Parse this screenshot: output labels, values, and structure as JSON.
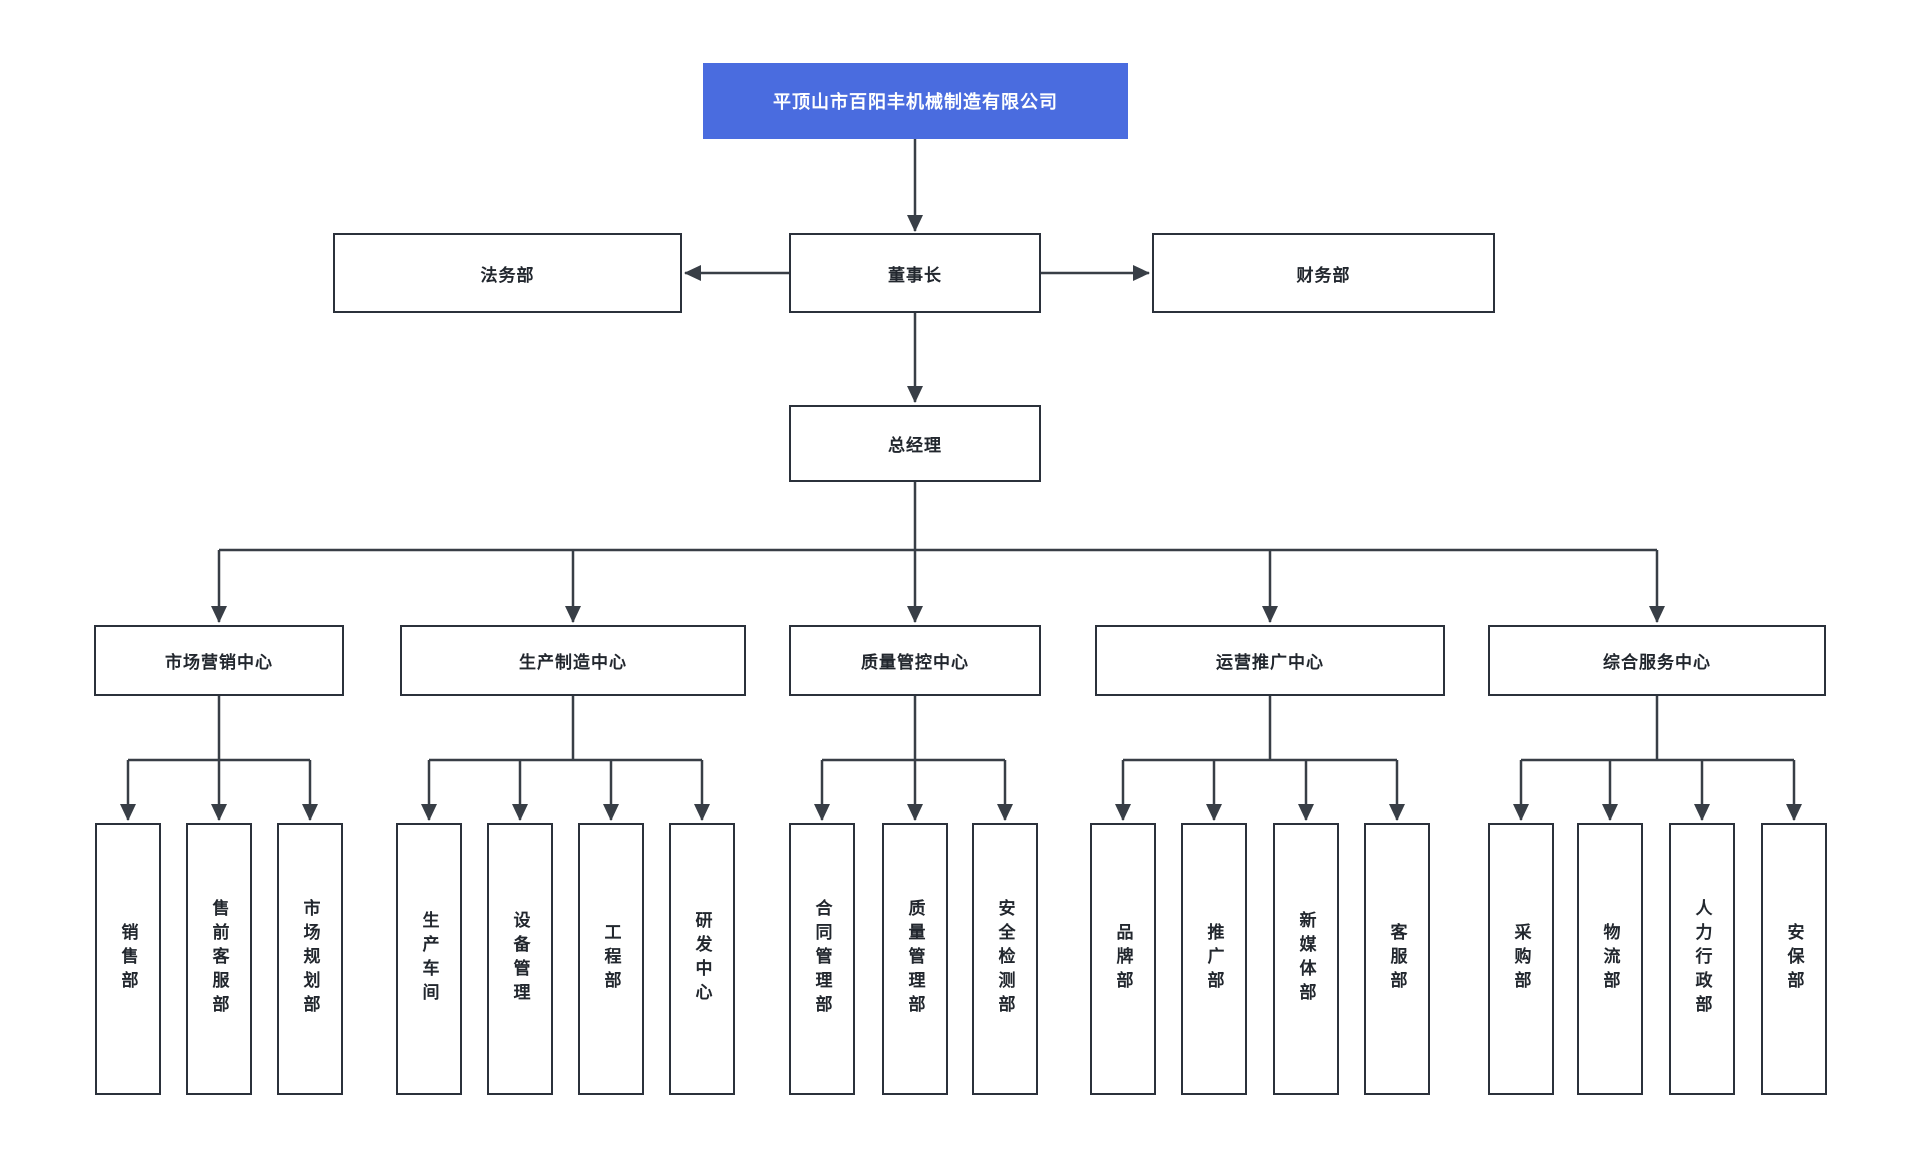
{
  "title": "平顶山市百阳丰机械制造有限公司",
  "colors": {
    "accent": "#4a6cdf",
    "accent-text": "#ffffff",
    "border": "#2b313b",
    "line": "#383e46",
    "box-bg": "#ffffff",
    "page-bg": "#ffffff",
    "text": "#22272e"
  },
  "executives": {
    "chairman": "董事长",
    "legal": "法务部",
    "finance": "财务部",
    "general_manager": "总经理"
  },
  "centers": [
    {
      "label": "市场营销中心",
      "departments": [
        "销售部",
        "售前客服部",
        "市场规划部"
      ]
    },
    {
      "label": "生产制造中心",
      "departments": [
        "生产车间",
        "设备管理",
        "工程部",
        "研发中心"
      ]
    },
    {
      "label": "质量管控中心",
      "departments": [
        "合同管理部",
        "质量管理部",
        "安全检测部"
      ]
    },
    {
      "label": "运营推广中心",
      "departments": [
        "品牌部",
        "推广部",
        "新媒体部",
        "客服部"
      ]
    },
    {
      "label": "综合服务中心",
      "departments": [
        "采购部",
        "物流部",
        "人力行政部",
        "安保部"
      ]
    }
  ]
}
